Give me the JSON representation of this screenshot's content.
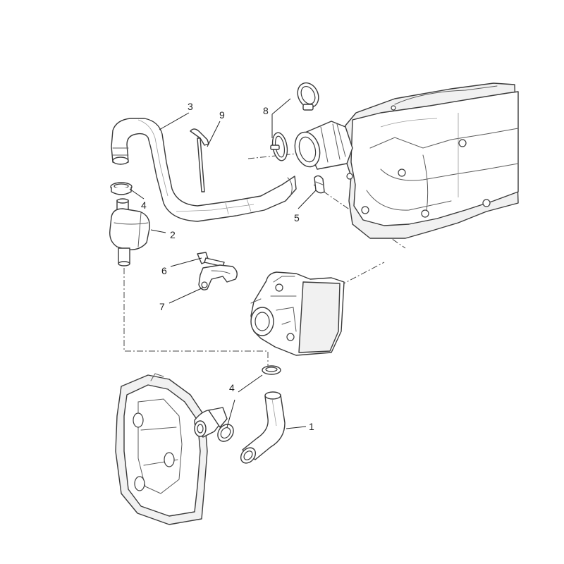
{
  "callouts": [
    {
      "id": "c1",
      "text": "1"
    },
    {
      "id": "c2",
      "text": "2"
    },
    {
      "id": "c3",
      "text": "3"
    },
    {
      "id": "c4a",
      "text": "4"
    },
    {
      "id": "c4b",
      "text": "4"
    },
    {
      "id": "c5",
      "text": "5"
    },
    {
      "id": "c6",
      "text": "6"
    },
    {
      "id": "c7",
      "text": "7"
    },
    {
      "id": "c8",
      "text": "8"
    },
    {
      "id": "c9",
      "text": "9"
    }
  ],
  "colors": {
    "line": "#3a3a3a",
    "background": "#ffffff"
  }
}
